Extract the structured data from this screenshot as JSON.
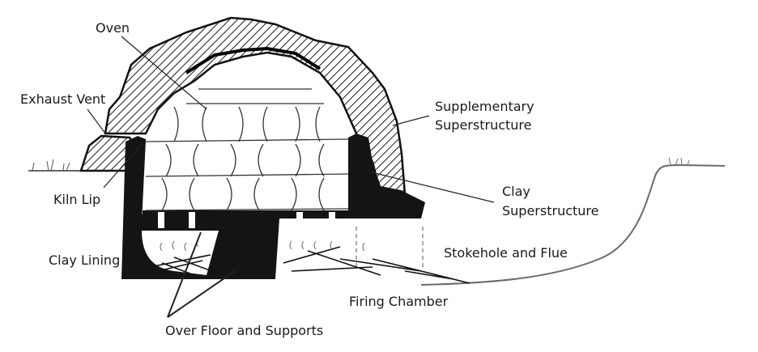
{
  "diagram": {
    "title": "",
    "subject": "Traditional updraft kiln cross-section",
    "colors": {
      "ink": "#111111",
      "clay": "#141414",
      "ground": "#6b6b6b",
      "background": "#ffffff"
    },
    "labels": {
      "oven": "Oven",
      "exhaust_vent": "Exhaust Vent",
      "kiln_lip": "Kiln Lip",
      "clay_lining": "Clay Lining",
      "supplementary_1": "Supplementary",
      "supplementary_2": "Superstructure",
      "clay_super_1": "Clay",
      "clay_super_2": "Superstructure",
      "stokehole": "Stokehole and Flue",
      "firing_chamber": "Firing Chamber",
      "over_floor": "Over Floor and Supports"
    }
  }
}
